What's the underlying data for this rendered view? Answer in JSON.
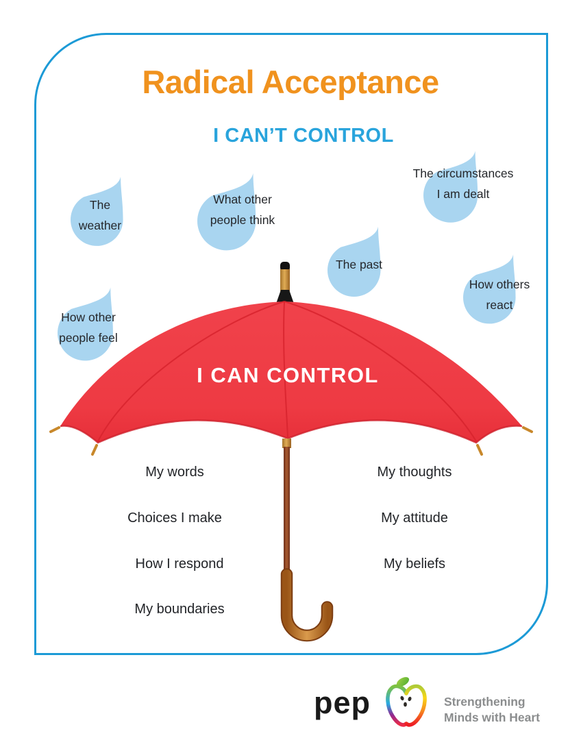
{
  "poster": {
    "title": "Radical Acceptance",
    "title_color": "#F0921E",
    "border_color": "#1C9AD6",
    "background": "#FFFFFF"
  },
  "cant_control": {
    "heading": "I CAN’T CONTROL",
    "heading_color": "#29A4DC",
    "drop_color": "#A9D5F0",
    "drops": [
      {
        "label": "The weather",
        "lines": [
          "The",
          "weather"
        ]
      },
      {
        "label": "What other people think",
        "lines": [
          "What other",
          "people think"
        ]
      },
      {
        "label": "The circumstances I am dealt",
        "lines": [
          "The circumstances",
          "I am dealt"
        ]
      },
      {
        "label": "The past",
        "lines": [
          "The past"
        ]
      },
      {
        "label": "How others react",
        "lines": [
          "How others",
          "react"
        ]
      },
      {
        "label": "How other people feel",
        "lines": [
          "How other",
          "people feel"
        ]
      }
    ]
  },
  "can_control": {
    "heading": "I CAN CONTROL",
    "heading_color": "#FFFFFF",
    "umbrella_color": "#EE3A43",
    "items_left": [
      "My words",
      "Choices I make",
      "How I respond",
      "My boundaries"
    ],
    "items_right": [
      "My thoughts",
      "My attitude",
      "My beliefs"
    ]
  },
  "footer": {
    "brand": "pep",
    "tagline_lines": [
      "Strengthening",
      "Minds with Heart"
    ],
    "tagline_color": "#8B8D8E"
  }
}
